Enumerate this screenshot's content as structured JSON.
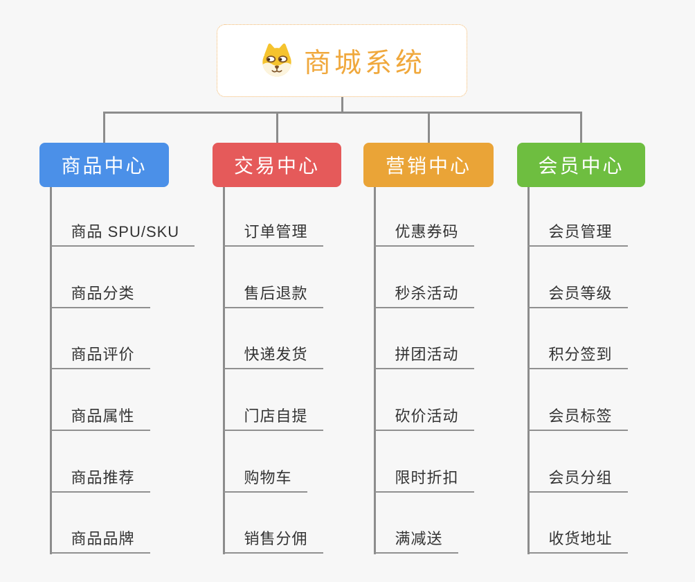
{
  "app": {
    "background": "#f7f7f7",
    "connector_color": "#8c8c8c",
    "underline_color": "#909090",
    "item_text_color": "#333333"
  },
  "root": {
    "title": "商城系统",
    "title_color": "#F0A83C",
    "border_color": "#F2B566",
    "background": "#ffffff",
    "icon": "dog-face-icon"
  },
  "branches": [
    {
      "label": "商品中心",
      "color": "#4B90E8",
      "text_color": "#ffffff",
      "items": [
        "商品 SPU/SKU",
        "商品分类",
        "商品评价",
        "商品属性",
        "商品推荐",
        "商品品牌"
      ]
    },
    {
      "label": "交易中心",
      "color": "#E55A5A",
      "text_color": "#ffffff",
      "items": [
        "订单管理",
        "售后退款",
        "快递发货",
        "门店自提",
        "购物车",
        "销售分佣"
      ]
    },
    {
      "label": "营销中心",
      "color": "#EAA437",
      "text_color": "#ffffff",
      "items": [
        "优惠券码",
        "秒杀活动",
        "拼团活动",
        "砍价活动",
        "限时折扣",
        "满减送"
      ]
    },
    {
      "label": "会员中心",
      "color": "#6EBE40",
      "text_color": "#ffffff",
      "items": [
        "会员管理",
        "会员等级",
        "积分签到",
        "会员标签",
        "会员分组",
        "收货地址"
      ]
    }
  ]
}
